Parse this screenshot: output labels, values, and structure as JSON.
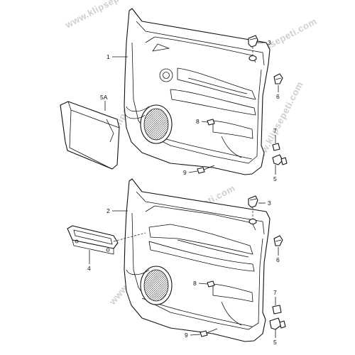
{
  "watermark": "www.klipsepeti.com",
  "labels": {
    "part_1": "1",
    "part_2": "2",
    "part_3_top": "3",
    "part_3_bottom": "3",
    "part_4": "4",
    "part_5_top": "5",
    "part_5_bottom": "5",
    "part_5a": "5A",
    "part_6_top": "6",
    "part_6_bottom": "6",
    "part_7_top": "7",
    "part_7_bottom": "7",
    "part_8_top": "8",
    "part_8_bottom": "8",
    "part_9_top": "9",
    "part_9_bottom": "9"
  }
}
